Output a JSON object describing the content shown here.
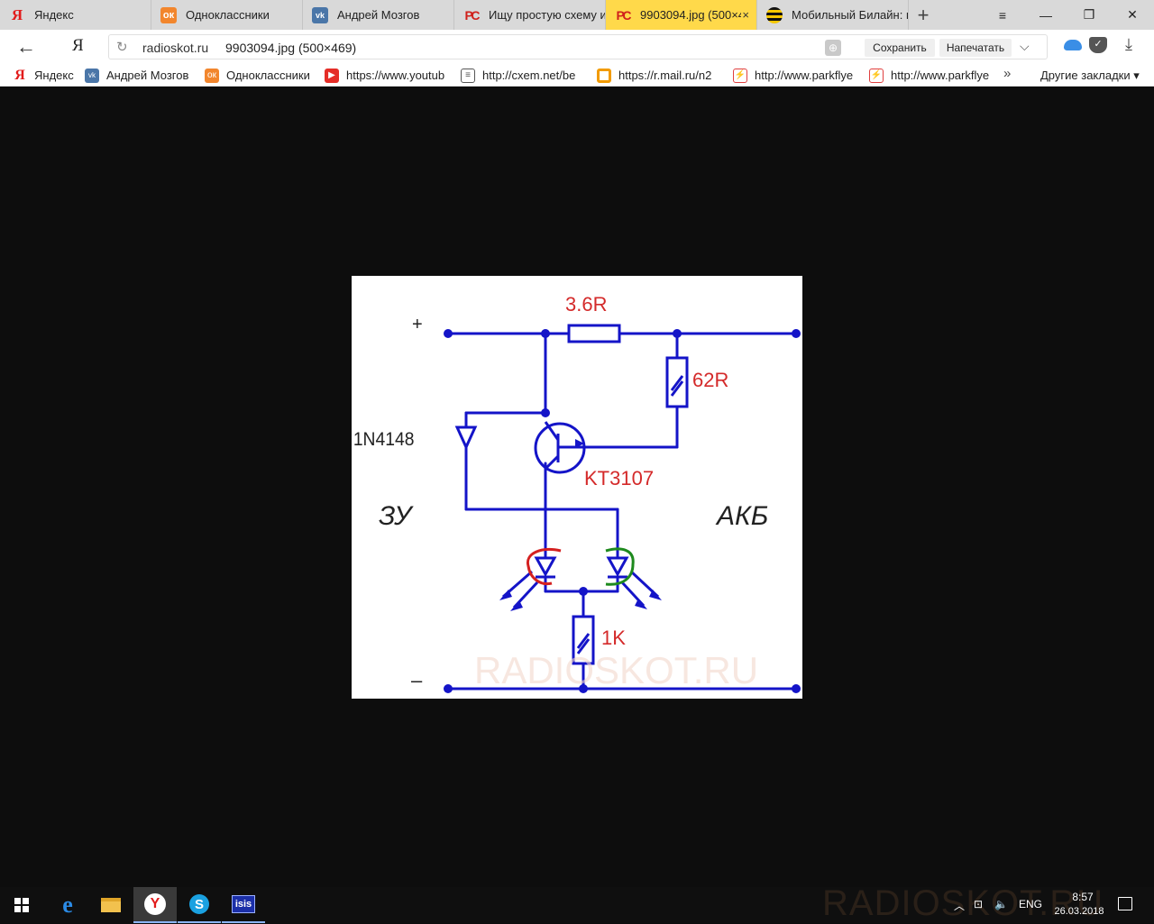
{
  "tabs": [
    {
      "icon": "yandex-icon",
      "glyph": "Я",
      "title": "Яндекс"
    },
    {
      "icon": "odnoklassniki-icon",
      "glyph": "ок",
      "title": "Одноклассники"
    },
    {
      "icon": "vk-icon",
      "glyph": "vk",
      "title": "Андрей Мозгов"
    },
    {
      "icon": "radiokot-icon",
      "glyph": "РС",
      "title": "Ищу простую схему и"
    },
    {
      "icon": "radiokot-icon",
      "glyph": "РС",
      "title": "9903094.jpg (500×4"
    },
    {
      "icon": "beeline-icon",
      "glyph": "",
      "title": "Мобильный Билайн: м"
    }
  ],
  "tab_close": "×",
  "new_tab": "+",
  "window_controls": {
    "menu": "≡",
    "minimize": "—",
    "restore": "❐",
    "close": "✕"
  },
  "address": {
    "back": "←",
    "yandex_button": "Я",
    "reload": "↻",
    "host": "radioskot.ru",
    "path": "9903094.jpg (500×469)",
    "save_label": "Сохранить",
    "print_label": "Напечатать",
    "chevron": "⌵",
    "download": "⤓"
  },
  "bookmarks": [
    {
      "icon": "yandex-icon",
      "glyph": "Я",
      "label": "Яндекс"
    },
    {
      "icon": "vk-icon",
      "glyph": "vk",
      "label": "Андрей Мозгов"
    },
    {
      "icon": "odnoklassniki-icon",
      "glyph": "ок",
      "label": "Одноклассники"
    },
    {
      "icon": "youtube-icon",
      "glyph": "▶",
      "label": "https://www.youtub"
    },
    {
      "icon": "page-icon",
      "glyph": "≡",
      "label": "http://cxem.net/be"
    },
    {
      "icon": "mailru-icon",
      "glyph": "",
      "label": "https://r.mail.ru/n2"
    },
    {
      "icon": "parkflyer-icon",
      "glyph": "⚡",
      "label": "http://www.parkflye"
    },
    {
      "icon": "parkflyer-icon",
      "glyph": "⚡",
      "label": "http://www.parkflye"
    }
  ],
  "bookmarks_more": "»",
  "bookmarks_other": "Другие закладки ▾",
  "schematic": {
    "plus": "+",
    "minus": "–",
    "r1": "3.6R",
    "r2": "62R",
    "r3": "1K",
    "diode": "1N4148",
    "transistor": "KT3107",
    "left_label": "ЗУ",
    "right_label": "АКБ",
    "watermark": "RADIOSKOT.RU",
    "wire_color": "#1414c8",
    "label_color": "#d42a2a",
    "led1_color": "#d42020",
    "led2_color": "#1e8a1e"
  },
  "taskbar": {
    "tray_chevron": "︿",
    "tray_network": "⊡",
    "tray_volume": "🔈",
    "lang": "ENG",
    "time": "8:57",
    "date": "26.03.2018",
    "watermark": "RADIOSKOT.RU"
  }
}
